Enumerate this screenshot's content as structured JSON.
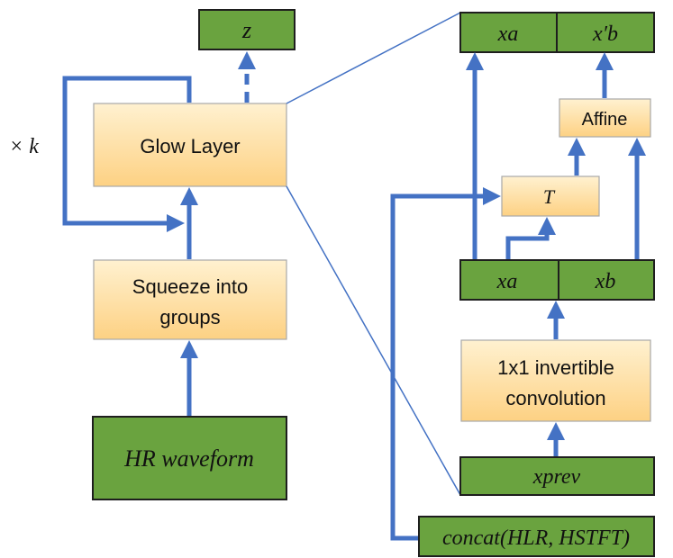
{
  "diagram": {
    "left": {
      "z": "z",
      "glow_layer": "Glow Layer",
      "repeat": "× k",
      "squeeze_line1": "Squeeze into",
      "squeeze_line2": "groups",
      "hr_waveform": "HR waveform"
    },
    "right": {
      "xa_top": "xa",
      "xb_prime": "x′b",
      "affine": "Affine",
      "t": "T",
      "xa_mid": "xa",
      "xb_mid": "xb",
      "conv_line1": "1x1 invertible",
      "conv_line2": "convolution",
      "x_prev": "xprev",
      "concat": "concat(HLR, HSTFT)"
    },
    "colors": {
      "orange": "#fdd58c",
      "green": "#6aa33f",
      "arrow": "#4472c4"
    }
  }
}
